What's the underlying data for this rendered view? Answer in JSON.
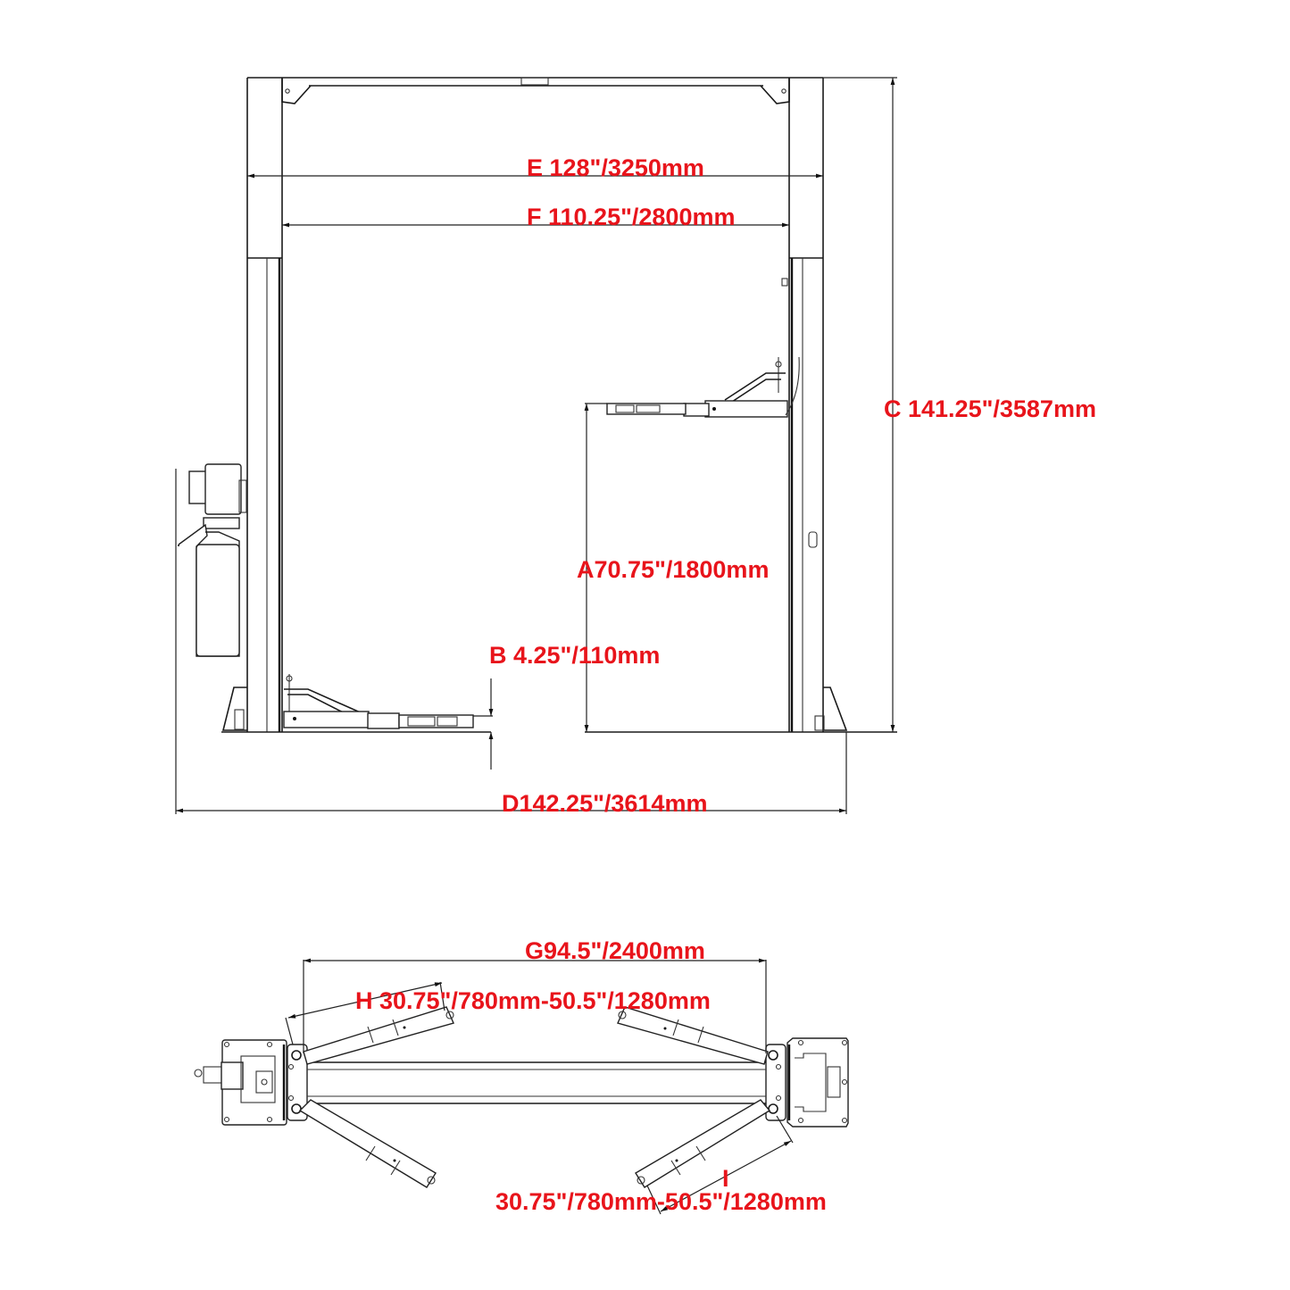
{
  "diagram": {
    "title": "Two-post car lift dimension drawing",
    "views": [
      "front-elevation",
      "top-plan"
    ],
    "label_color": "#e8141b",
    "line_color": "#1a1a1a"
  },
  "dimensions": {
    "A": {
      "letter": "A",
      "text": "A70.75\"/1800mm",
      "inch": "70.75\"",
      "mm": "1800mm",
      "meaning": "max lifting height"
    },
    "B": {
      "letter": "B",
      "text": "B 4.25\"/110mm",
      "inch": "4.25\"",
      "mm": "110mm",
      "meaning": "min pad height"
    },
    "C": {
      "letter": "C",
      "text": "C 141.25\"/3587mm",
      "inch": "141.25\"",
      "mm": "3587mm",
      "meaning": "overall height"
    },
    "D": {
      "letter": "D",
      "text": "D142.25\"/3614mm",
      "inch": "142.25\"",
      "mm": "3614mm",
      "meaning": "overall width"
    },
    "E": {
      "letter": "E",
      "text": "E 128\"/3250mm",
      "inch": "128\"",
      "mm": "3250mm",
      "meaning": "outside column width"
    },
    "F": {
      "letter": "F",
      "text": "F 110.25\"/2800mm",
      "inch": "110.25\"",
      "mm": "2800mm",
      "meaning": "drive-through width"
    },
    "G": {
      "letter": "G",
      "text": "G94.5\"/2400mm",
      "inch": "94.5\"",
      "mm": "2400mm",
      "meaning": "between columns"
    },
    "H": {
      "letter": "H",
      "text": "H 30.75\"/780mm-50.5\"/1280mm",
      "range": "30.75\"/780mm-50.5\"/1280mm",
      "meaning": "front arm reach"
    },
    "I": {
      "letter": "I",
      "text": "30.75\"/780mm-50.5\"/1280mm",
      "range": "30.75\"/780mm-50.5\"/1280mm",
      "meaning": "rear arm reach"
    }
  }
}
